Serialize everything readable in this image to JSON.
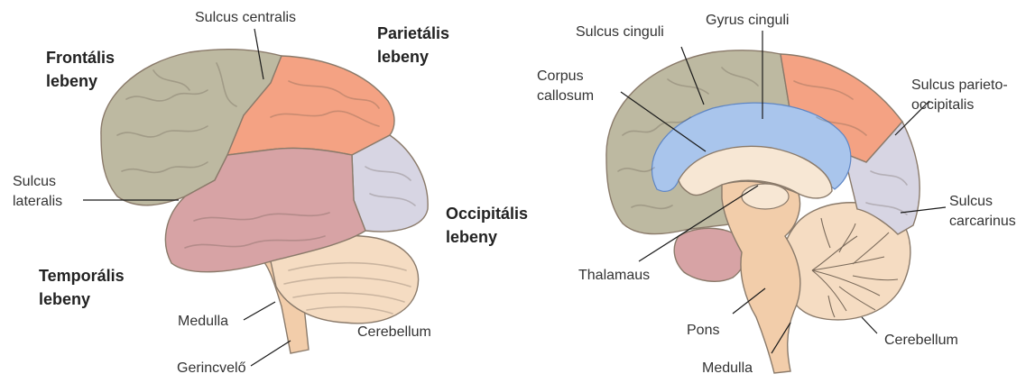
{
  "colors": {
    "frontal": "#bdb9a1",
    "parietal": "#f4a283",
    "occipital": "#d7d5e3",
    "temporal": "#d7a3a5",
    "cerebellum": "#f5dcc2",
    "brainstem": "#f2cdaa",
    "cingulate": "#a9c5ec",
    "corpus_callosum": "#f7e7d4"
  },
  "lateral_view": {
    "lobes": {
      "frontal": "Frontális\nlebeny",
      "parietal": "Parietális\nlebeny",
      "occipital": "Occipitális\nlebeny",
      "temporal": "Temporális\nlebeny"
    },
    "labels": {
      "sulcus_centralis": "Sulcus centralis",
      "sulcus_lateralis": "Sulcus\nlateralis",
      "medulla": "Medulla",
      "cerebellum": "Cerebellum",
      "spinal_cord": "Gerincvelő"
    }
  },
  "medial_view": {
    "labels": {
      "sulcus_cinguli": "Sulcus cinguli",
      "gyrus_cinguli": "Gyrus cinguli",
      "corpus_callosum": "Corpus\ncallosum",
      "sulcus_parieto_occipitalis": "Sulcus parieto-\noccipitalis",
      "sulcus_calcarinus": "Sulcus\ncarcarinus",
      "thalamus": "Thalamaus",
      "pons": "Pons",
      "medulla": "Medulla",
      "cerebellum": "Cerebellum"
    }
  }
}
